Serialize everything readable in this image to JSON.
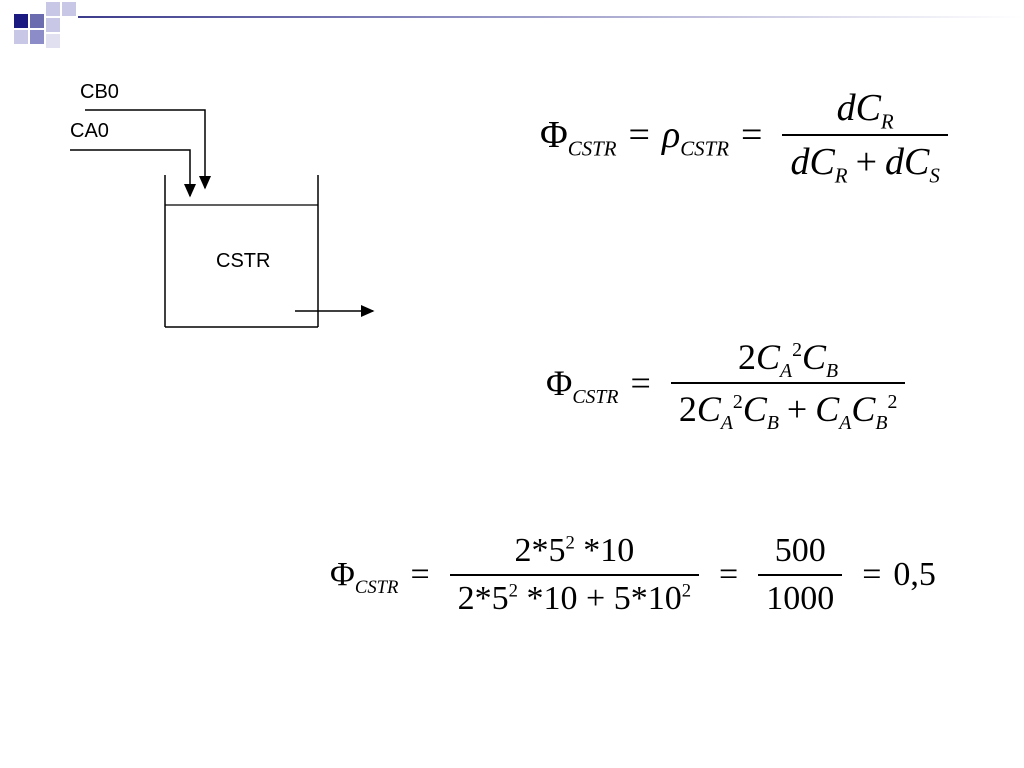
{
  "diagram": {
    "inlet_b": "CB0",
    "inlet_a": "CA0",
    "reactor": "CSTR"
  },
  "equations": {
    "eq1": {
      "lhs_symbol": "Φ",
      "lhs_sub": "CSTR",
      "equals": "=",
      "rho_symbol": "ρ",
      "rho_sub": "CSTR",
      "num_d": "dC",
      "num_sub": "R",
      "den_d1": "dC",
      "den_sub1": "R",
      "den_plus": "+",
      "den_d2": "dC",
      "den_sub2": "S"
    },
    "eq2": {
      "lhs_symbol": "Φ",
      "lhs_sub": "CSTR",
      "equals": "=",
      "num_coef": "2",
      "C": "C",
      "A": "A",
      "B": "B",
      "exp": "2",
      "plus": "+"
    },
    "eq3": {
      "lhs_symbol": "Φ",
      "lhs_sub": "CSTR",
      "equals": "=",
      "num": "2*5",
      "num_exp": "2",
      "num_tail": " *10",
      "den_a": "2*5",
      "den_a_exp": "2",
      "den_b": " *10 + 5*10",
      "den_b_exp": "2",
      "frac2_num": "500",
      "frac2_den": "1000",
      "result": "0,5"
    }
  },
  "colors": {
    "deco_dark": "#1a1a80",
    "deco_mid": "#6b6bb0",
    "deco_light": "#c8c8e6"
  }
}
